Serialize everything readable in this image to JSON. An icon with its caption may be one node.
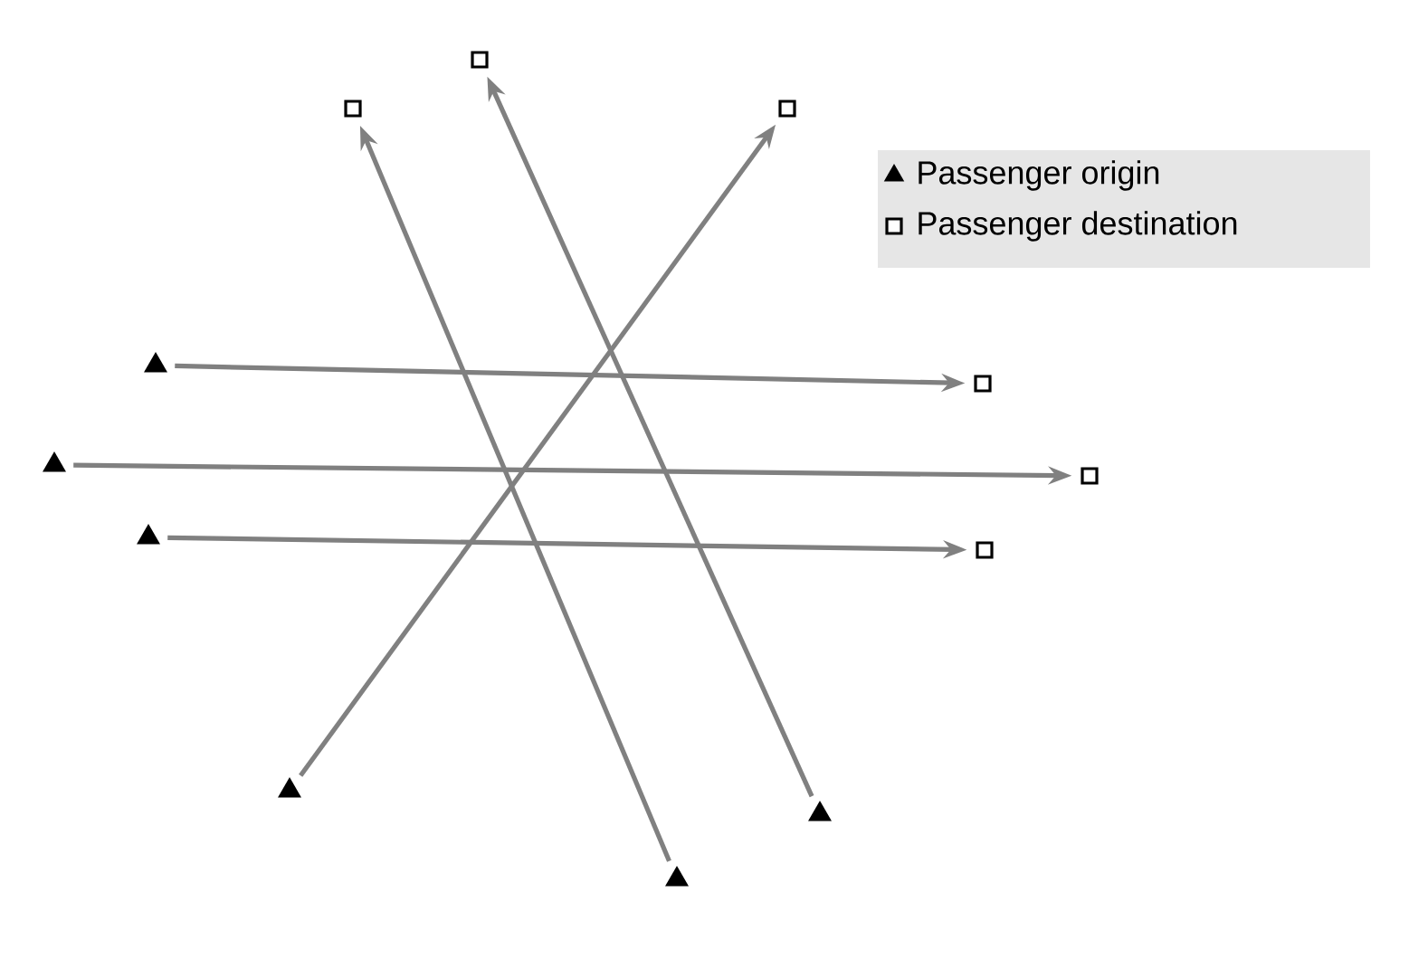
{
  "diagram": {
    "nodes": [
      {
        "text": [],
        "shape": "box"
      },
      {
        "text": [],
        "shape": "box"
      },
      {
        "text": [],
        "shape": "box"
      },
      {
        "text": [],
        "shape": "box"
      },
      {
        "text": [],
        "shape": "box"
      },
      {
        "text": [],
        "shape": "box"
      },
      {
        "text": [],
        "shape": "triangle"
      },
      {
        "text": [],
        "shape": "triangle"
      },
      {
        "text": [],
        "shape": "triangle"
      },
      {
        "text": [],
        "shape": "triangle"
      },
      {
        "text": [],
        "shape": "triangle"
      },
      {
        "text": [],
        "shape": "triangle"
      }
    ],
    "edges": [
      {
        "from": 6,
        "to": 3,
        "arrow": "to"
      },
      {
        "from": 7,
        "to": 4,
        "arrow": "to"
      },
      {
        "from": 8,
        "to": 5,
        "arrow": "to"
      },
      {
        "from": 9,
        "to": 2,
        "arrow": "to"
      },
      {
        "from": 10,
        "to": 0,
        "arrow": "to"
      },
      {
        "from": 11,
        "to": 1,
        "arrow": "to"
      }
    ],
    "legend": [
      {
        "text": "Passenger origin"
      },
      {
        "text": "Passenger destination"
      }
    ]
  }
}
